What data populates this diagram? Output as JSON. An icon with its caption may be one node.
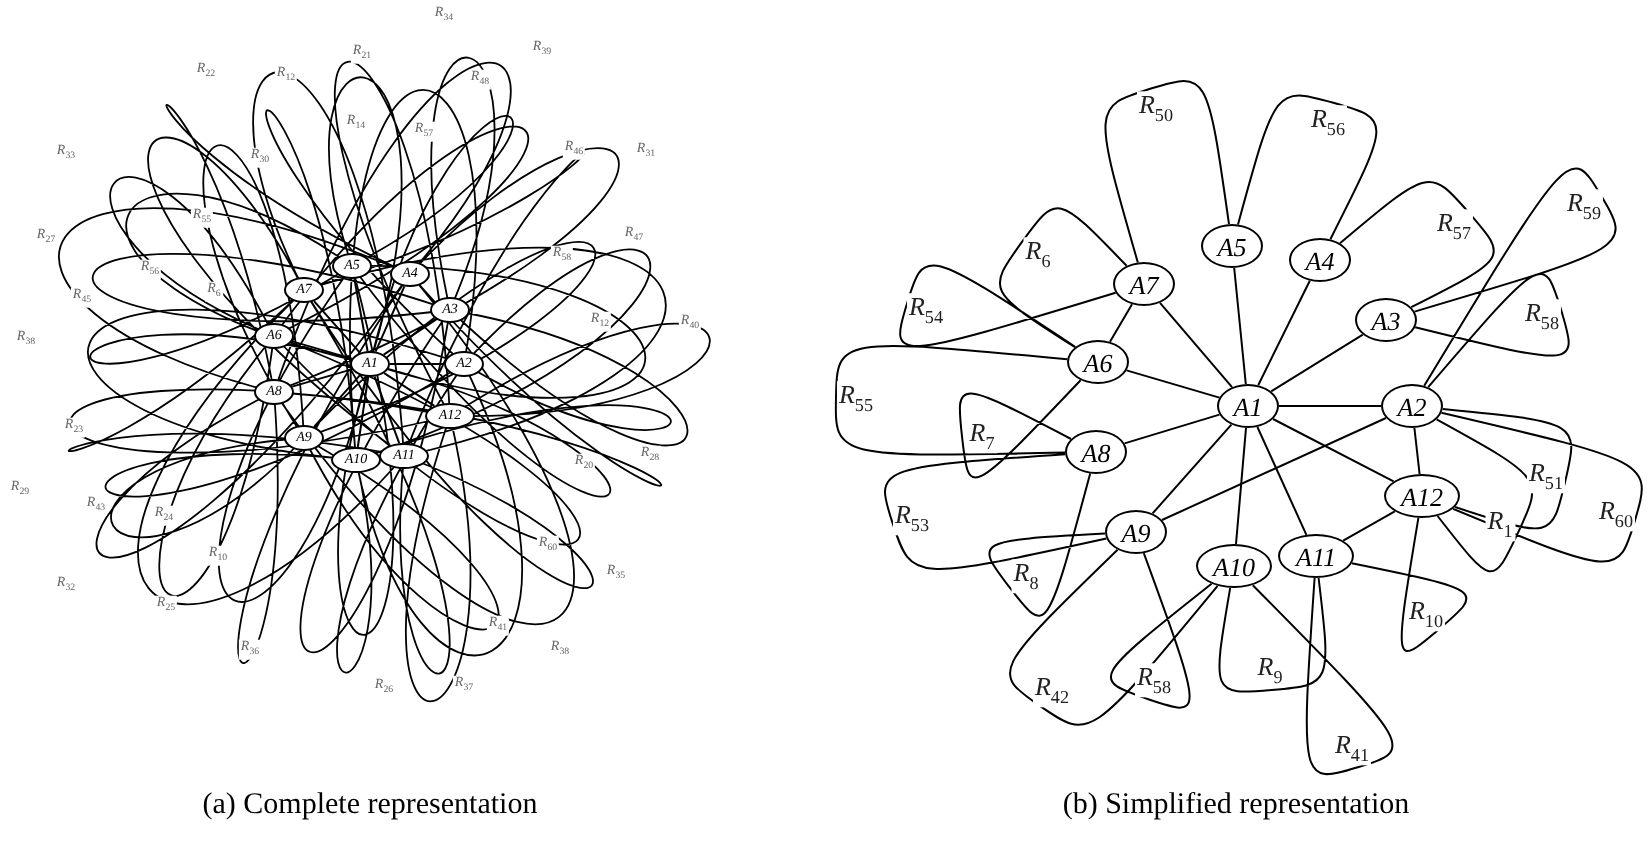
{
  "diagram": {
    "nodes": [
      {
        "text": [
          "A1"
        ]
      },
      {
        "text": [
          "A2"
        ]
      },
      {
        "text": [
          "A3"
        ]
      },
      {
        "text": [
          "A4"
        ]
      },
      {
        "text": [
          "A5"
        ]
      },
      {
        "text": [
          "A6"
        ]
      },
      {
        "text": [
          "A7"
        ]
      },
      {
        "text": [
          "A8"
        ]
      },
      {
        "text": [
          "A9"
        ]
      },
      {
        "text": [
          "A10"
        ]
      },
      {
        "text": [
          "A11"
        ]
      },
      {
        "text": [
          "A12"
        ]
      },
      {
        "text": [
          "A1"
        ]
      },
      {
        "text": [
          "A2"
        ]
      },
      {
        "text": [
          "A3"
        ]
      },
      {
        "text": [
          "A4"
        ]
      },
      {
        "text": [
          "A5"
        ]
      },
      {
        "text": [
          "A6"
        ]
      },
      {
        "text": [
          "A7"
        ]
      },
      {
        "text": [
          "A8"
        ]
      },
      {
        "text": [
          "A9"
        ]
      },
      {
        "text": [
          "A10"
        ]
      },
      {
        "text": [
          "A11"
        ]
      },
      {
        "text": [
          "A12"
        ]
      }
    ],
    "edges": [
      {
        "from": 0,
        "to": 1,
        "arrow": "none"
      },
      {
        "from": 0,
        "to": 2,
        "arrow": "none"
      },
      {
        "from": 0,
        "to": 3,
        "arrow": "none"
      },
      {
        "from": 0,
        "to": 4,
        "arrow": "none"
      },
      {
        "from": 0,
        "to": 5,
        "arrow": "none"
      },
      {
        "from": 0,
        "to": 6,
        "arrow": "none"
      },
      {
        "from": 0,
        "to": 7,
        "arrow": "none"
      },
      {
        "from": 0,
        "to": 8,
        "arrow": "none"
      },
      {
        "from": 0,
        "to": 9,
        "arrow": "none"
      },
      {
        "from": 0,
        "to": 10,
        "arrow": "none"
      },
      {
        "from": 0,
        "to": 11,
        "arrow": "none"
      },
      {
        "from": 12,
        "to": 13,
        "arrow": "none"
      },
      {
        "from": 12,
        "to": 14,
        "arrow": "none"
      },
      {
        "from": 12,
        "to": 15,
        "arrow": "none"
      },
      {
        "from": 12,
        "to": 16,
        "arrow": "none"
      },
      {
        "from": 12,
        "to": 17,
        "arrow": "none"
      },
      {
        "from": 12,
        "to": 18,
        "arrow": "none"
      },
      {
        "from": 12,
        "to": 19,
        "arrow": "none"
      },
      {
        "from": 12,
        "to": 20,
        "arrow": "none"
      },
      {
        "from": 12,
        "to": 21,
        "arrow": "none"
      },
      {
        "from": 12,
        "to": 22,
        "arrow": "none"
      },
      {
        "from": 12,
        "to": 23,
        "arrow": "none"
      },
      {
        "from": 17,
        "to": 18,
        "arrow": "none"
      },
      {
        "from": 13,
        "to": 23,
        "arrow": "none"
      },
      {
        "from": 13,
        "to": 20,
        "arrow": "none"
      },
      {
        "from": 22,
        "to": 23,
        "arrow": "none"
      }
    ],
    "labels": [
      "R$_{34}$",
      "R$_{21}$",
      "R$_{39}$",
      "R$_{22}$",
      "R$_{12}$",
      "R$_{48}$",
      "R$_{14}$",
      "R$_{57}$",
      "R$_{46}$",
      "R$_{31}$",
      "R$_{33}$",
      "R$_{30}$",
      "R$_{55}$",
      "R$_{47}$",
      "R$_{27}$",
      "R$_{58}$",
      "R$_{56}$",
      "R$_{6}$",
      "R$_{45}$",
      "R$_{12}$",
      "R$_{40}$",
      "R$_{38}$",
      "R$_{23}$",
      "R$_{28}$",
      "R$_{20}$",
      "R$_{29}$",
      "R$_{43}$",
      "R$_{24}$",
      "R$_{60}$",
      "R$_{10}$",
      "R$_{35}$",
      "R$_{32}$",
      "R$_{25}$",
      "R$_{41}$",
      "R$_{36}$",
      "R$_{38}$",
      "R$_{37}$",
      "R$_{26}$",
      "R$_{50}$",
      "R$_{56}$",
      "R$_{59}$",
      "R$_{57}$",
      "R$_{6}$",
      "R$_{54}$",
      "R$_{58}$",
      "R$_{55}$",
      "R$_{7}$",
      "R$_{51}$",
      "R$_{60}$",
      "R$_{53}$",
      "R$_{1}$",
      "R$_{8}$",
      "R$_{10}$",
      "R$_{9}$",
      "R$_{58}$",
      "R$_{42}$",
      "R$_{41}$",
      "(a) Complete representation",
      "(b) Simplified representation"
    ]
  }
}
